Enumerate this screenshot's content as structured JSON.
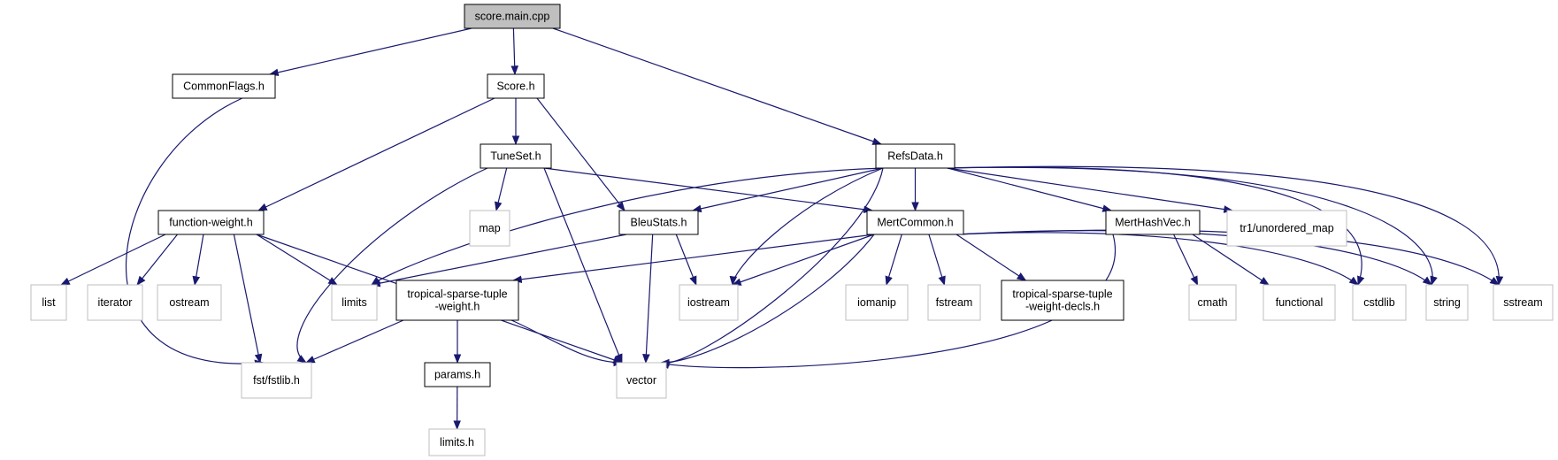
{
  "graph_title": "",
  "colors": {
    "edge": "#191970",
    "node_border_local": "#000000",
    "node_border_system": "#bfbfbf",
    "node_fill_root": "#bfbfbf",
    "node_fill": "#ffffff"
  },
  "nodes": [
    {
      "id": "score_main",
      "label": "score.main.cpp",
      "kind": "root"
    },
    {
      "id": "commonflags",
      "label": "CommonFlags.h",
      "kind": "local"
    },
    {
      "id": "score_h",
      "label": "Score.h",
      "kind": "local"
    },
    {
      "id": "refsdata",
      "label": "RefsData.h",
      "kind": "local"
    },
    {
      "id": "tuneset",
      "label": "TuneSet.h",
      "kind": "local"
    },
    {
      "id": "function_weight",
      "label": "function-weight.h",
      "kind": "local"
    },
    {
      "id": "map",
      "label": "map",
      "kind": "system"
    },
    {
      "id": "bleustats",
      "label": "BleuStats.h",
      "kind": "local"
    },
    {
      "id": "mertcommon",
      "label": "MertCommon.h",
      "kind": "local"
    },
    {
      "id": "merthashvec",
      "label": "MertHashVec.h",
      "kind": "local"
    },
    {
      "id": "unordered_map",
      "label": "tr1/unordered_map",
      "kind": "system"
    },
    {
      "id": "list",
      "label": "list",
      "kind": "system"
    },
    {
      "id": "iterator",
      "label": "iterator",
      "kind": "system"
    },
    {
      "id": "ostream",
      "label": "ostream",
      "kind": "system"
    },
    {
      "id": "limits",
      "label": "limits",
      "kind": "system"
    },
    {
      "id": "tst_weight",
      "label": [
        "tropical-sparse-tuple",
        "-weight.h"
      ],
      "kind": "local"
    },
    {
      "id": "iostream",
      "label": "iostream",
      "kind": "system"
    },
    {
      "id": "iomanip",
      "label": "iomanip",
      "kind": "system"
    },
    {
      "id": "fstream",
      "label": "fstream",
      "kind": "system"
    },
    {
      "id": "tst_decls",
      "label": [
        "tropical-sparse-tuple",
        "-weight-decls.h"
      ],
      "kind": "local"
    },
    {
      "id": "cmath",
      "label": "cmath",
      "kind": "system"
    },
    {
      "id": "functional",
      "label": "functional",
      "kind": "system"
    },
    {
      "id": "cstdlib",
      "label": "cstdlib",
      "kind": "system"
    },
    {
      "id": "string",
      "label": "string",
      "kind": "system"
    },
    {
      "id": "sstream",
      "label": "sstream",
      "kind": "system"
    },
    {
      "id": "fstlib",
      "label": "fst/fstlib.h",
      "kind": "system"
    },
    {
      "id": "vector",
      "label": "vector",
      "kind": "system"
    },
    {
      "id": "params",
      "label": "params.h",
      "kind": "local"
    },
    {
      "id": "limits_h",
      "label": "limits.h",
      "kind": "system"
    }
  ],
  "edges": [
    {
      "from": "score_main",
      "to": "commonflags"
    },
    {
      "from": "score_main",
      "to": "score_h"
    },
    {
      "from": "score_main",
      "to": "refsdata"
    },
    {
      "from": "commonflags",
      "to": "fstlib"
    },
    {
      "from": "score_h",
      "to": "function_weight"
    },
    {
      "from": "score_h",
      "to": "tuneset"
    },
    {
      "from": "score_h",
      "to": "bleustats"
    },
    {
      "from": "tuneset",
      "to": "fstlib"
    },
    {
      "from": "tuneset",
      "to": "map"
    },
    {
      "from": "tuneset",
      "to": "vector"
    },
    {
      "from": "tuneset",
      "to": "mertcommon"
    },
    {
      "from": "refsdata",
      "to": "limits"
    },
    {
      "from": "refsdata",
      "to": "bleustats"
    },
    {
      "from": "refsdata",
      "to": "iostream"
    },
    {
      "from": "refsdata",
      "to": "vector"
    },
    {
      "from": "refsdata",
      "to": "mertcommon"
    },
    {
      "from": "refsdata",
      "to": "merthashvec"
    },
    {
      "from": "refsdata",
      "to": "unordered_map"
    },
    {
      "from": "refsdata",
      "to": "cstdlib"
    },
    {
      "from": "refsdata",
      "to": "string"
    },
    {
      "from": "refsdata",
      "to": "sstream"
    },
    {
      "from": "function_weight",
      "to": "list"
    },
    {
      "from": "function_weight",
      "to": "iterator"
    },
    {
      "from": "function_weight",
      "to": "ostream"
    },
    {
      "from": "function_weight",
      "to": "limits"
    },
    {
      "from": "function_weight",
      "to": "fstlib"
    },
    {
      "from": "function_weight",
      "to": "vector"
    },
    {
      "from": "bleustats",
      "to": "limits"
    },
    {
      "from": "bleustats",
      "to": "iostream"
    },
    {
      "from": "bleustats",
      "to": "vector"
    },
    {
      "from": "mertcommon",
      "to": "tst_weight"
    },
    {
      "from": "mertcommon",
      "to": "iostream"
    },
    {
      "from": "mertcommon",
      "to": "vector"
    },
    {
      "from": "mertcommon",
      "to": "iomanip"
    },
    {
      "from": "mertcommon",
      "to": "fstream"
    },
    {
      "from": "mertcommon",
      "to": "tst_decls"
    },
    {
      "from": "mertcommon",
      "to": "cstdlib"
    },
    {
      "from": "mertcommon",
      "to": "string"
    },
    {
      "from": "mertcommon",
      "to": "sstream"
    },
    {
      "from": "merthashvec",
      "to": "vector"
    },
    {
      "from": "merthashvec",
      "to": "cmath"
    },
    {
      "from": "merthashvec",
      "to": "functional"
    },
    {
      "from": "tst_weight",
      "to": "fstlib"
    },
    {
      "from": "tst_weight",
      "to": "params"
    },
    {
      "from": "tst_weight",
      "to": "vector"
    },
    {
      "from": "params",
      "to": "limits_h"
    }
  ]
}
